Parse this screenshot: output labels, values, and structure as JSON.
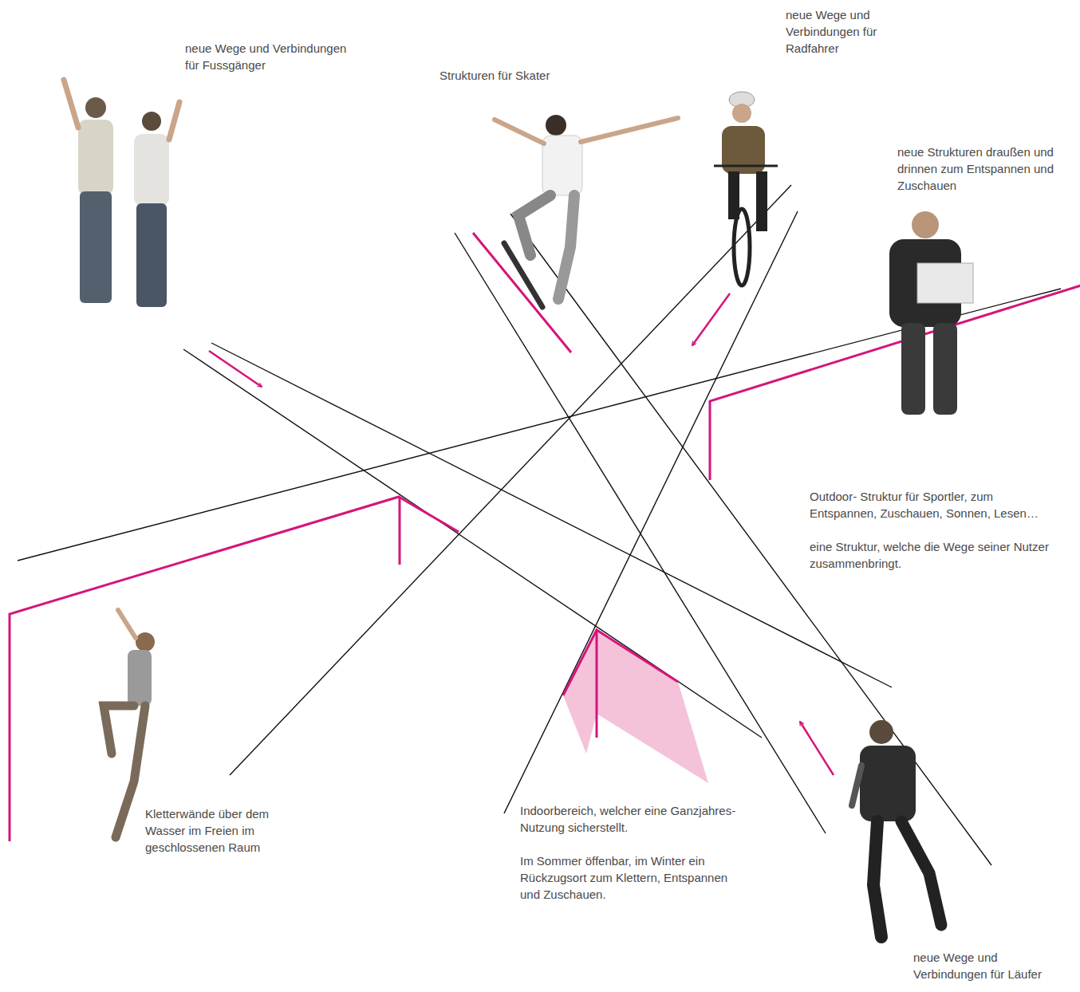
{
  "diagram": {
    "labels": [
      "neue Wege und Verbindungen für Fussgänger",
      "Strukturen für Skater",
      "neue Wege und Verbindungen für Radfahrer",
      "neue Strukturen draußen und drinnen zum Entspannen und Zuschauen",
      "Outdoor- Struktur für Sportler, zum Entspannen, Zuschauen, Sonnen, Lesen…",
      "eine Struktur, welche die Wege seiner Nutzer zusammenbringt.",
      "Kletterwände über dem Wasser im Freien im geschlossenen Raum",
      "Indoorbereich, welcher eine Ganzjahres- Nutzung sicherstellt.",
      "Im Sommer öffenbar, im Winter ein Rückzugsort zum Klettern, Entspannen und Zuschauen.",
      "neue Wege und Verbindungen für Läufer"
    ]
  }
}
